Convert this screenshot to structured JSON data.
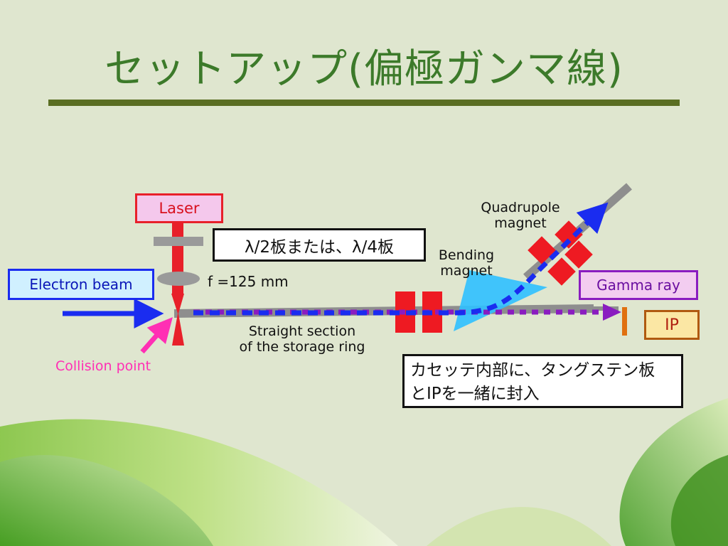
{
  "title": "セットアップ(偏極ガンマ線)",
  "labels": {
    "laser": "Laser",
    "electron_beam": "Electron beam",
    "gamma_ray": "Gamma ray",
    "ip": "IP",
    "waveplate": "λ/2板または、λ/4板",
    "focal_length": "f =125 mm",
    "quadrupole_line1": "Quadrupole",
    "quadrupole_line2": "magnet",
    "bending_line1": "Bending",
    "bending_line2": "magnet",
    "straight_line1": "Straight section",
    "straight_line2": "of the storage ring",
    "collision_point": "Collision point",
    "note_line1": "カセッテ内部に、タングステン板",
    "note_line2": "とIPを一緒に封入"
  },
  "colors": {
    "title": "#3c7a2a",
    "electron_beam": "#1a2cf0",
    "laser": "#e8202a",
    "gamma_ray": "#8a1cc0",
    "collision_arrow": "#ff2fb4",
    "bending_magnet": "#2fc0ff",
    "ip_plate": "#e07010"
  }
}
